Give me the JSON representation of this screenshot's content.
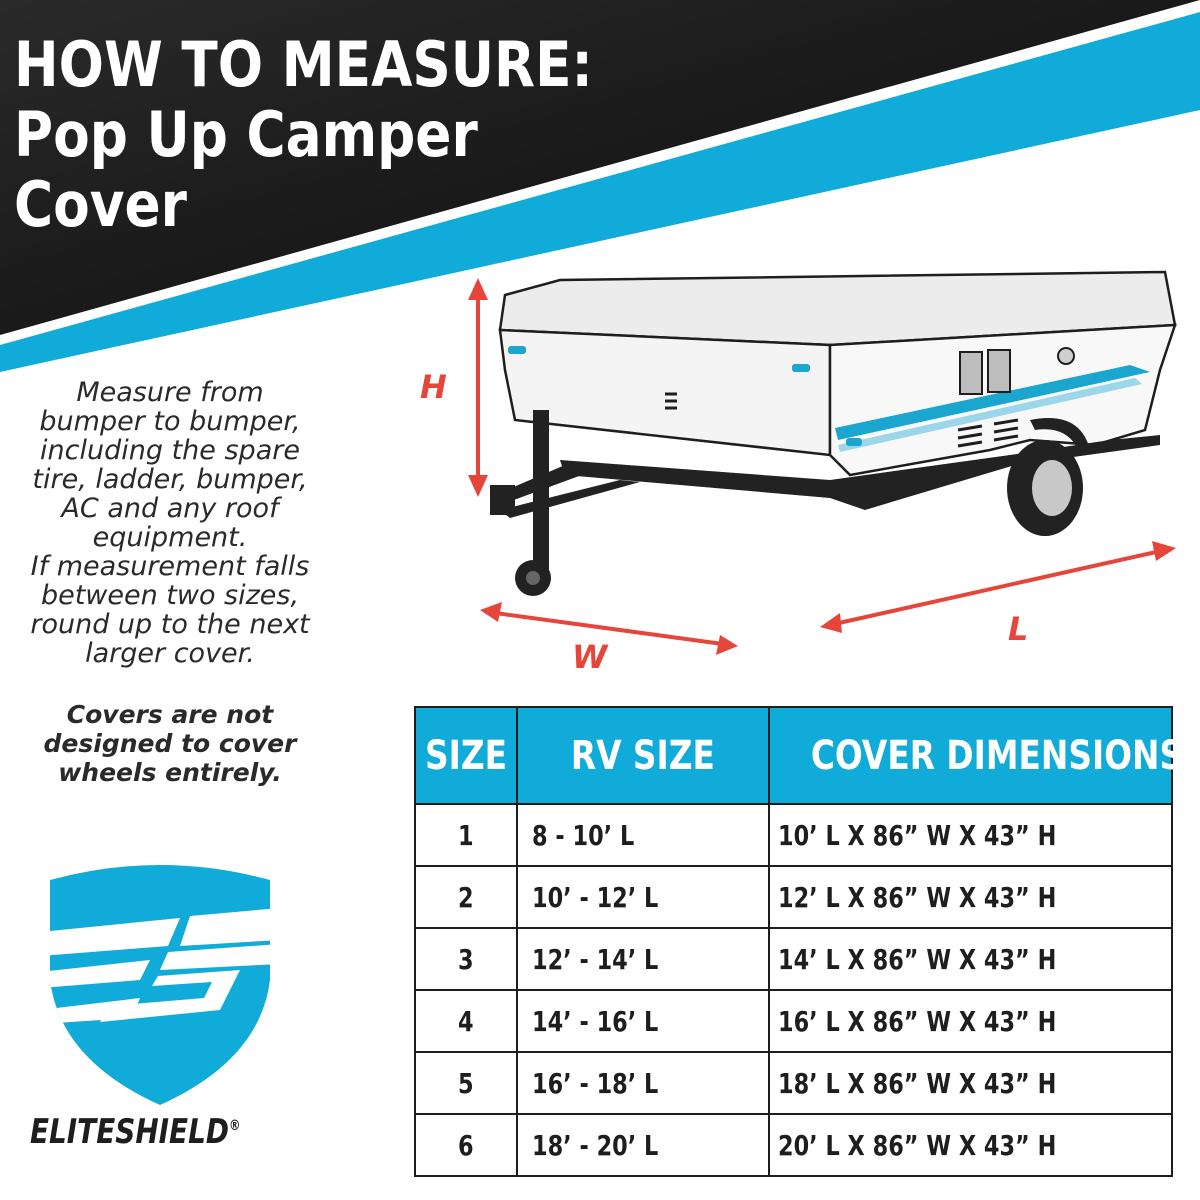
{
  "header": {
    "title_lines": [
      "HOW TO MEASURE:",
      "Pop Up Camper",
      "Cover"
    ],
    "colors": {
      "dark": "#1f1f1f",
      "accent": "#10abd8"
    }
  },
  "instructions": {
    "measure_lines": [
      "Measure from",
      "bumper to bumper,",
      "including the spare",
      "tire, ladder, bumper,",
      "AC and any roof",
      "equipment."
    ],
    "round_lines": [
      "If measurement falls",
      "between two sizes,",
      "round up to the next",
      "larger cover."
    ],
    "note_lines": [
      "Covers are not",
      "designed to cover",
      "wheels entirely."
    ]
  },
  "diagram": {
    "labels": {
      "height": "H",
      "width": "W",
      "length": "L"
    },
    "arrow_color": "#e6453a"
  },
  "table": {
    "headers": [
      "SIZE",
      "RV SIZE",
      "COVER DIMENSIONS"
    ],
    "rows": [
      {
        "size": "1",
        "rv_size": "8 - 10’ L",
        "dimensions": "10’ L X 86” W X 43” H"
      },
      {
        "size": "2",
        "rv_size": "10’ - 12’ L",
        "dimensions": "12’ L X 86” W X 43” H"
      },
      {
        "size": "3",
        "rv_size": "12’ - 14’ L",
        "dimensions": "14’ L X 86” W X 43” H"
      },
      {
        "size": "4",
        "rv_size": "14’ - 16’ L",
        "dimensions": "16’ L X 86” W X 43” H"
      },
      {
        "size": "5",
        "rv_size": "16’ - 18’ L",
        "dimensions": "18’ L X 86” W X 43” H"
      },
      {
        "size": "6",
        "rv_size": "18’ - 20’ L",
        "dimensions": "20’ L X 86” W X 43” H"
      }
    ]
  },
  "brand": {
    "name": "ELITESHIELD",
    "mark": "®",
    "icon": "shield-logo-icon"
  }
}
